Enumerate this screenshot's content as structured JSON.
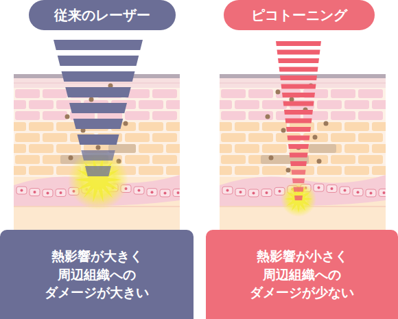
{
  "diagram": {
    "nodes": [
      {
        "text": [
          "従来のレーザー"
        ]
      },
      {
        "text": [
          "ピコトーニング"
        ]
      },
      {
        "text": [
          "熱影響が大きく 周辺組織への ダメージが大きい"
        ]
      },
      {
        "text": [
          "熱影響が小さく 周辺組織への ダメージが少ない"
        ]
      }
    ]
  }
}
